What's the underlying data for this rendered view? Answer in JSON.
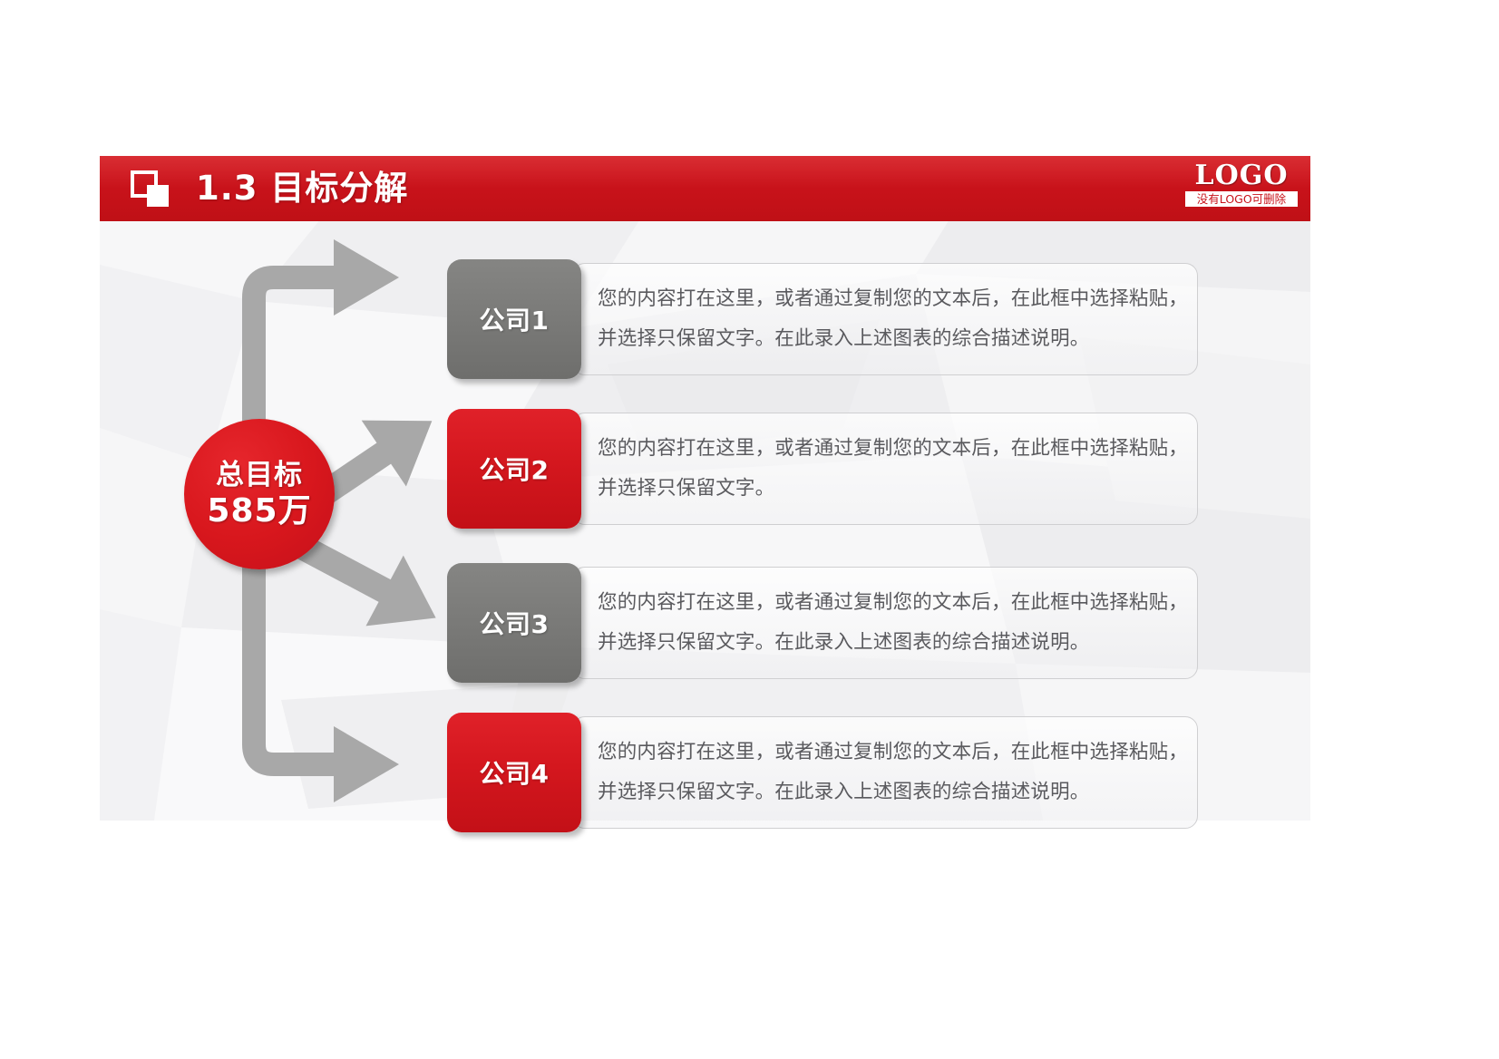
{
  "slide": {
    "header": {
      "title": "1.3 目标分解",
      "icon": "overlapping-squares-icon",
      "bar_color": "#c8121a",
      "logo": {
        "main": "LOGO",
        "sub": "没有LOGO可删除"
      }
    },
    "hub": {
      "line1": "总目标",
      "line2": "585万",
      "color": "#d8171d"
    },
    "rows": [
      {
        "chip_label": "公司1",
        "chip_color": "#7b7b79",
        "chip_style": "gray",
        "lines": [
          "您的内容打在这里，或者通过复制您的文本后，在此框中选择粘贴，",
          "并选择只保留文字。在此录入上述图表的综合描述说明。"
        ]
      },
      {
        "chip_label": "公司2",
        "chip_color": "#d4171e",
        "chip_style": "red",
        "lines": [
          "您的内容打在这里，或者通过复制您的文本后，在此框中选择粘贴，",
          "并选择只保留文字。"
        ]
      },
      {
        "chip_label": "公司3",
        "chip_color": "#7b7b79",
        "chip_style": "gray",
        "lines": [
          "您的内容打在这里，或者通过复制您的文本后，在此框中选择粘贴，",
          "并选择只保留文字。在此录入上述图表的综合描述说明。"
        ]
      },
      {
        "chip_label": "公司4",
        "chip_color": "#d4171e",
        "chip_style": "red",
        "lines": [
          "您的内容打在这里，或者通过复制您的文本后，在此框中选择粘贴，",
          "并选择只保留文字。在此录入上述图表的综合描述说明。"
        ]
      }
    ],
    "arrows": {
      "color": "#a6a6a6",
      "count": 4
    }
  }
}
